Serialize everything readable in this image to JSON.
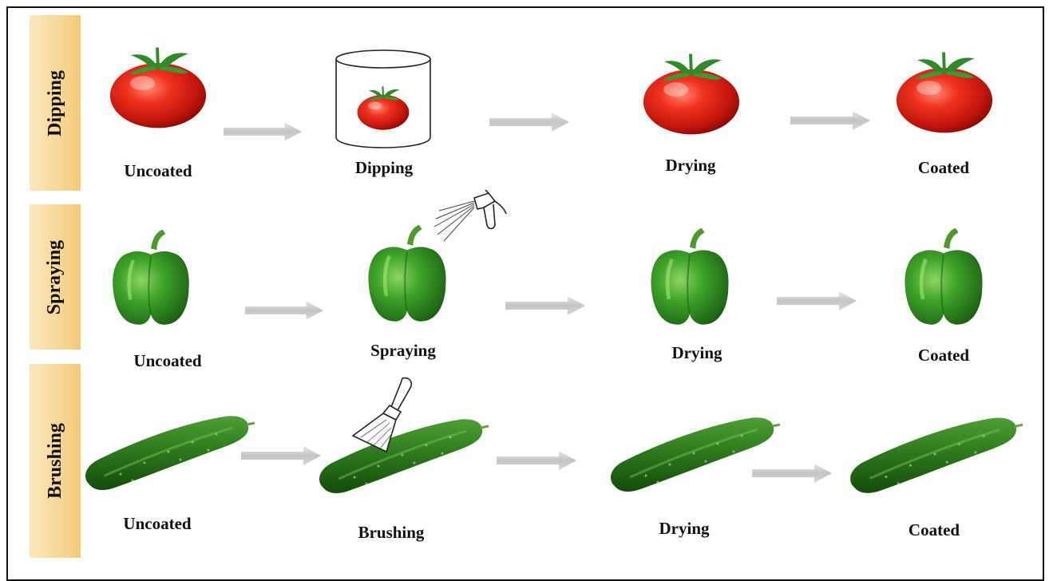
{
  "rows": [
    {
      "method": "Dipping",
      "steps": [
        "Uncoated",
        "Dipping",
        "Drying",
        "Coated"
      ]
    },
    {
      "method": "Spraying",
      "steps": [
        "Uncoated",
        "Spraying",
        "Drying",
        "Coated"
      ]
    },
    {
      "method": "Brushing",
      "steps": [
        "Uncoated",
        "Brushing",
        "Drying",
        "Coated"
      ]
    }
  ],
  "colors": {
    "band": "#f7d796",
    "arrow": "#c8c8c8",
    "tomato": "#e8261c",
    "pepper": "#3f9a2a",
    "cucumber": "#2f7d1f",
    "border": "#111111"
  },
  "icons": [
    "tomato-icon",
    "bell-pepper-icon",
    "cucumber-icon",
    "beaker-icon",
    "spray-bottle-icon",
    "paint-brush-icon",
    "arrow-right-icon"
  ]
}
